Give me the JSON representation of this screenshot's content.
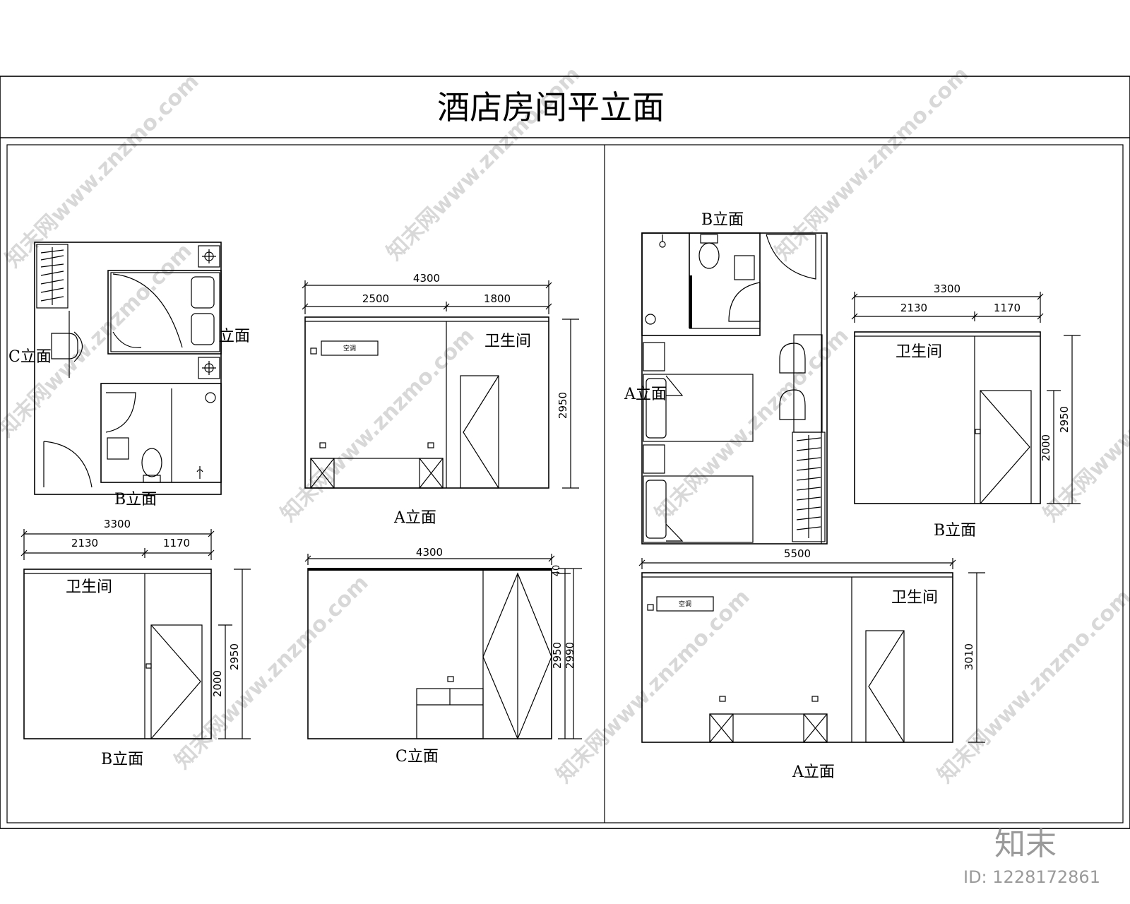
{
  "title": "酒店房间平立面",
  "watermark": "知末网www.znzmo.com",
  "brand_logo": "知末",
  "brand_id": "ID: 1228172861",
  "left_panel": {
    "plan": {
      "label_b": "B立面",
      "label_c": "C立面",
      "label_a": "立面"
    },
    "a_elevation": {
      "label": "A立面",
      "dim_total": "4300",
      "dim_1": "2500",
      "dim_2": "1800",
      "dim_height": "2950",
      "room_label": "卫生间",
      "ac_label": "空调"
    },
    "b_elevation": {
      "label": "B立面",
      "dim_total": "3300",
      "dim_1": "2130",
      "dim_2": "1170",
      "dim_door": "2000",
      "dim_height": "2950",
      "room_label": "卫生间"
    },
    "c_elevation": {
      "label": "C立面",
      "dim_total": "4300",
      "dim_top": "40",
      "dim_height_1": "2950",
      "dim_height_2": "2990"
    }
  },
  "right_panel": {
    "plan": {
      "label_b": "B立面",
      "label_a": "A立面"
    },
    "b_elevation": {
      "label": "B立面",
      "dim_total": "3300",
      "dim_1": "2130",
      "dim_2": "1170",
      "dim_door": "2000",
      "dim_height": "2950",
      "room_label": "卫生间"
    },
    "a_elevation": {
      "label": "A立面",
      "dim_total": "5500",
      "dim_height": "3010",
      "room_label": "卫生间",
      "ac_label": "空调"
    }
  }
}
